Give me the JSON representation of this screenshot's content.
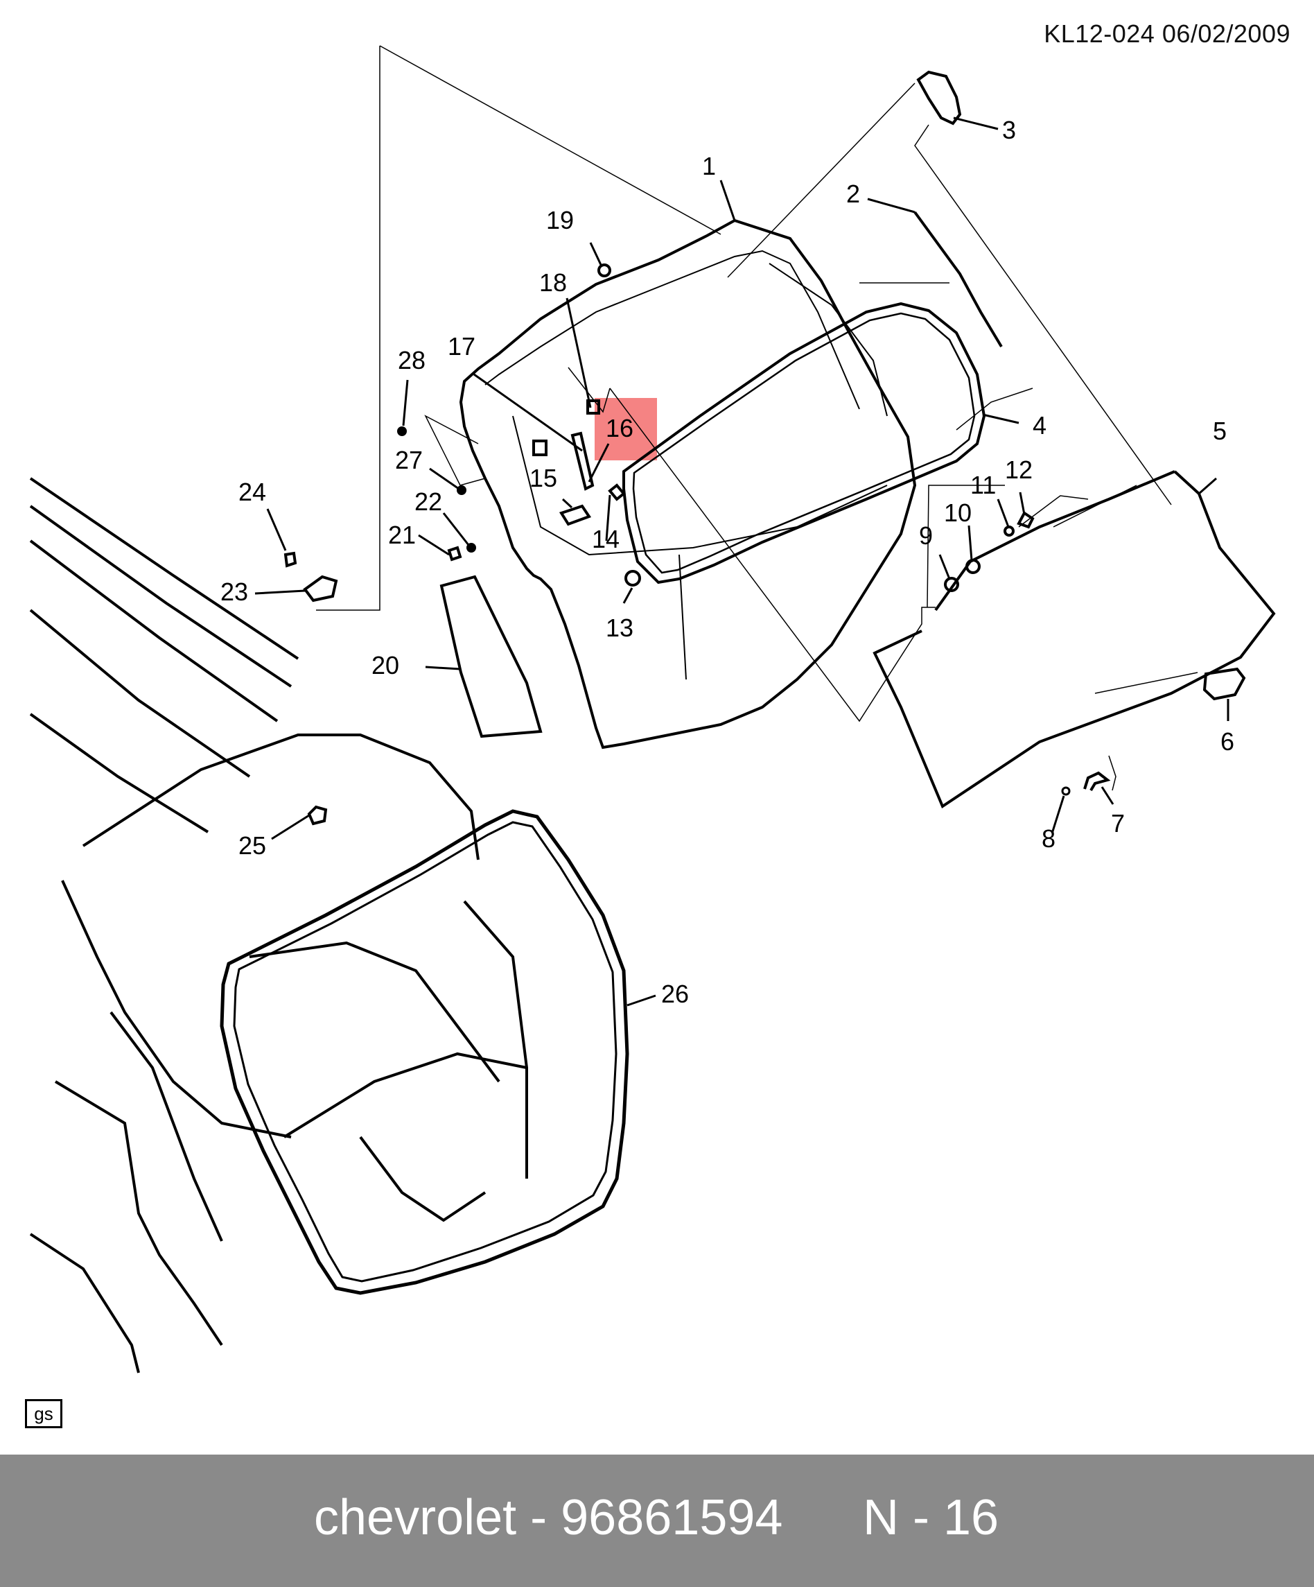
{
  "header": {
    "ref": "KL12-024  06/02/2009"
  },
  "callouts": {
    "c1": "1",
    "c2": "2",
    "c3": "3",
    "c4": "4",
    "c5": "5",
    "c6": "6",
    "c7": "7",
    "c8": "8",
    "c9": "9",
    "c10": "10",
    "c11": "11",
    "c12": "12",
    "c13": "13",
    "c14": "14",
    "c15": "15",
    "c16": "16",
    "c17": "17",
    "c18": "18",
    "c19": "19",
    "c20": "20",
    "c21": "21",
    "c22": "22",
    "c23": "23",
    "c24": "24",
    "c25": "25",
    "c26": "26",
    "c27": "27",
    "c28": "28"
  },
  "highlight": {
    "part": "16",
    "color": "#f25a5a"
  },
  "corner_badge": "gs",
  "footer": {
    "title": "chevrolet - 96861594",
    "position": "N - 16",
    "background": "#8a8a8a"
  }
}
